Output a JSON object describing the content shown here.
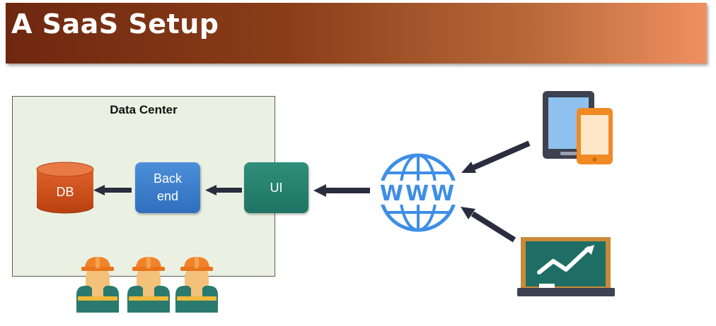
{
  "slide": {
    "title": "A SaaS Setup"
  },
  "data_center": {
    "label": "Data Center"
  },
  "components": {
    "db_label": "DB",
    "backend_label": "Back end",
    "ui_label": "UI"
  },
  "globe": {
    "text": "WWW"
  },
  "icons": {
    "database": "database-cylinder-icon",
    "globe": "www-globe-icon",
    "tablet": "tablet-icon",
    "phone": "phone-icon",
    "board": "chalkboard-chart-icon",
    "workers": "construction-worker-icon"
  },
  "colors": {
    "title_gradient_start": "#6e2810",
    "title_gradient_end": "#f09060",
    "data_center_fill": "#eaf1e2",
    "db_orange": "#d9541e",
    "backend_blue": "#3a7fcf",
    "ui_teal": "#2a8270",
    "globe_blue": "#3d8ee6",
    "arrow_dark": "#2a2d3e"
  }
}
